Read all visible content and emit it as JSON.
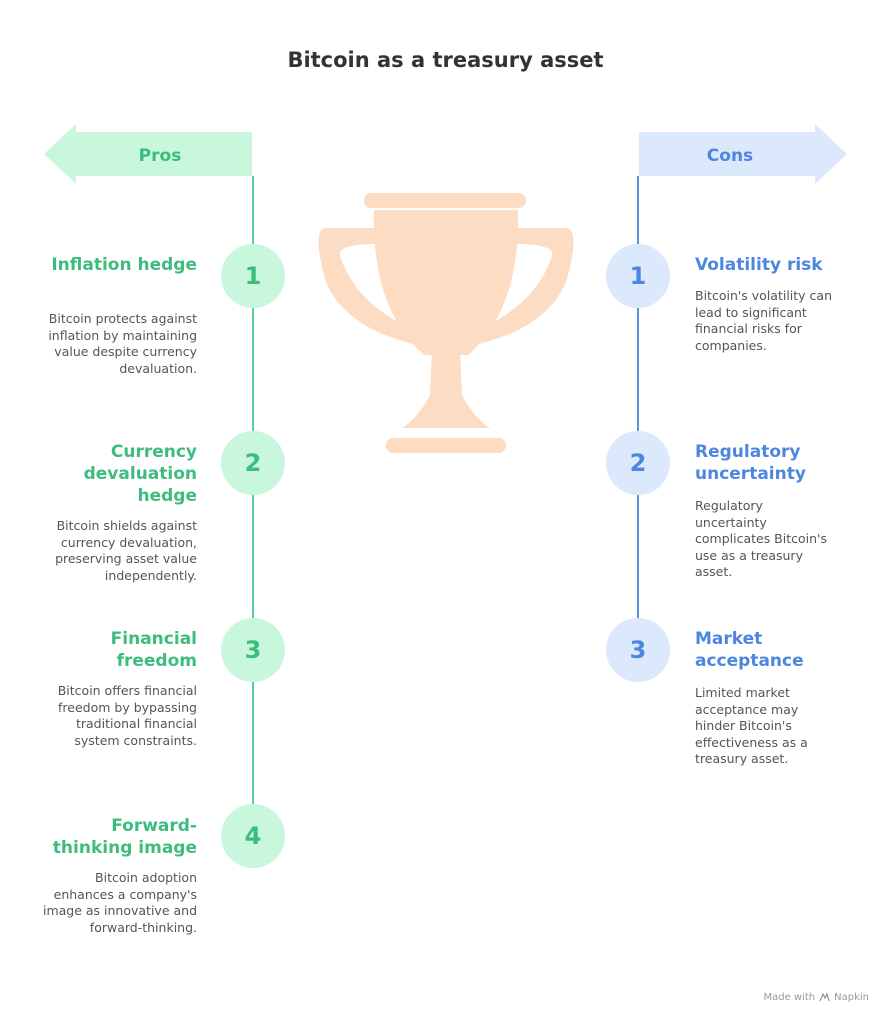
{
  "title": "Bitcoin as a treasury asset",
  "colors": {
    "pros_accent": "#3dbd7d",
    "pros_fill": "#c9f7dd",
    "cons_accent": "#4d86e0",
    "cons_fill": "#dce8fb",
    "trophy": "#fddcc4"
  },
  "pros": {
    "label": "Pros",
    "items": [
      {
        "number": "1",
        "title": "Inflation hedge",
        "description": "Bitcoin protects against inflation by maintaining value despite currency devaluation."
      },
      {
        "number": "2",
        "title": "Currency devaluation hedge",
        "description": "Bitcoin shields against currency devaluation, preserving asset value independently."
      },
      {
        "number": "3",
        "title": "Financial freedom",
        "description": "Bitcoin offers financial freedom by bypassing traditional financial system constraints."
      },
      {
        "number": "4",
        "title": "Forward-thinking image",
        "description": "Bitcoin adoption enhances a company's image as innovative and forward-thinking."
      }
    ]
  },
  "cons": {
    "label": "Cons",
    "items": [
      {
        "number": "1",
        "title": "Volatility risk",
        "description": "Bitcoin's volatility can lead to significant financial risks for companies."
      },
      {
        "number": "2",
        "title": "Regulatory uncertainty",
        "description": "Regulatory uncertainty complicates Bitcoin's use as a treasury asset."
      },
      {
        "number": "3",
        "title": "Market acceptance",
        "description": "Limited market acceptance may hinder Bitcoin's effectiveness as a treasury asset."
      }
    ]
  },
  "trophy_icon": "trophy-icon",
  "footer": {
    "made_with": "Made with",
    "brand": "Napkin"
  }
}
